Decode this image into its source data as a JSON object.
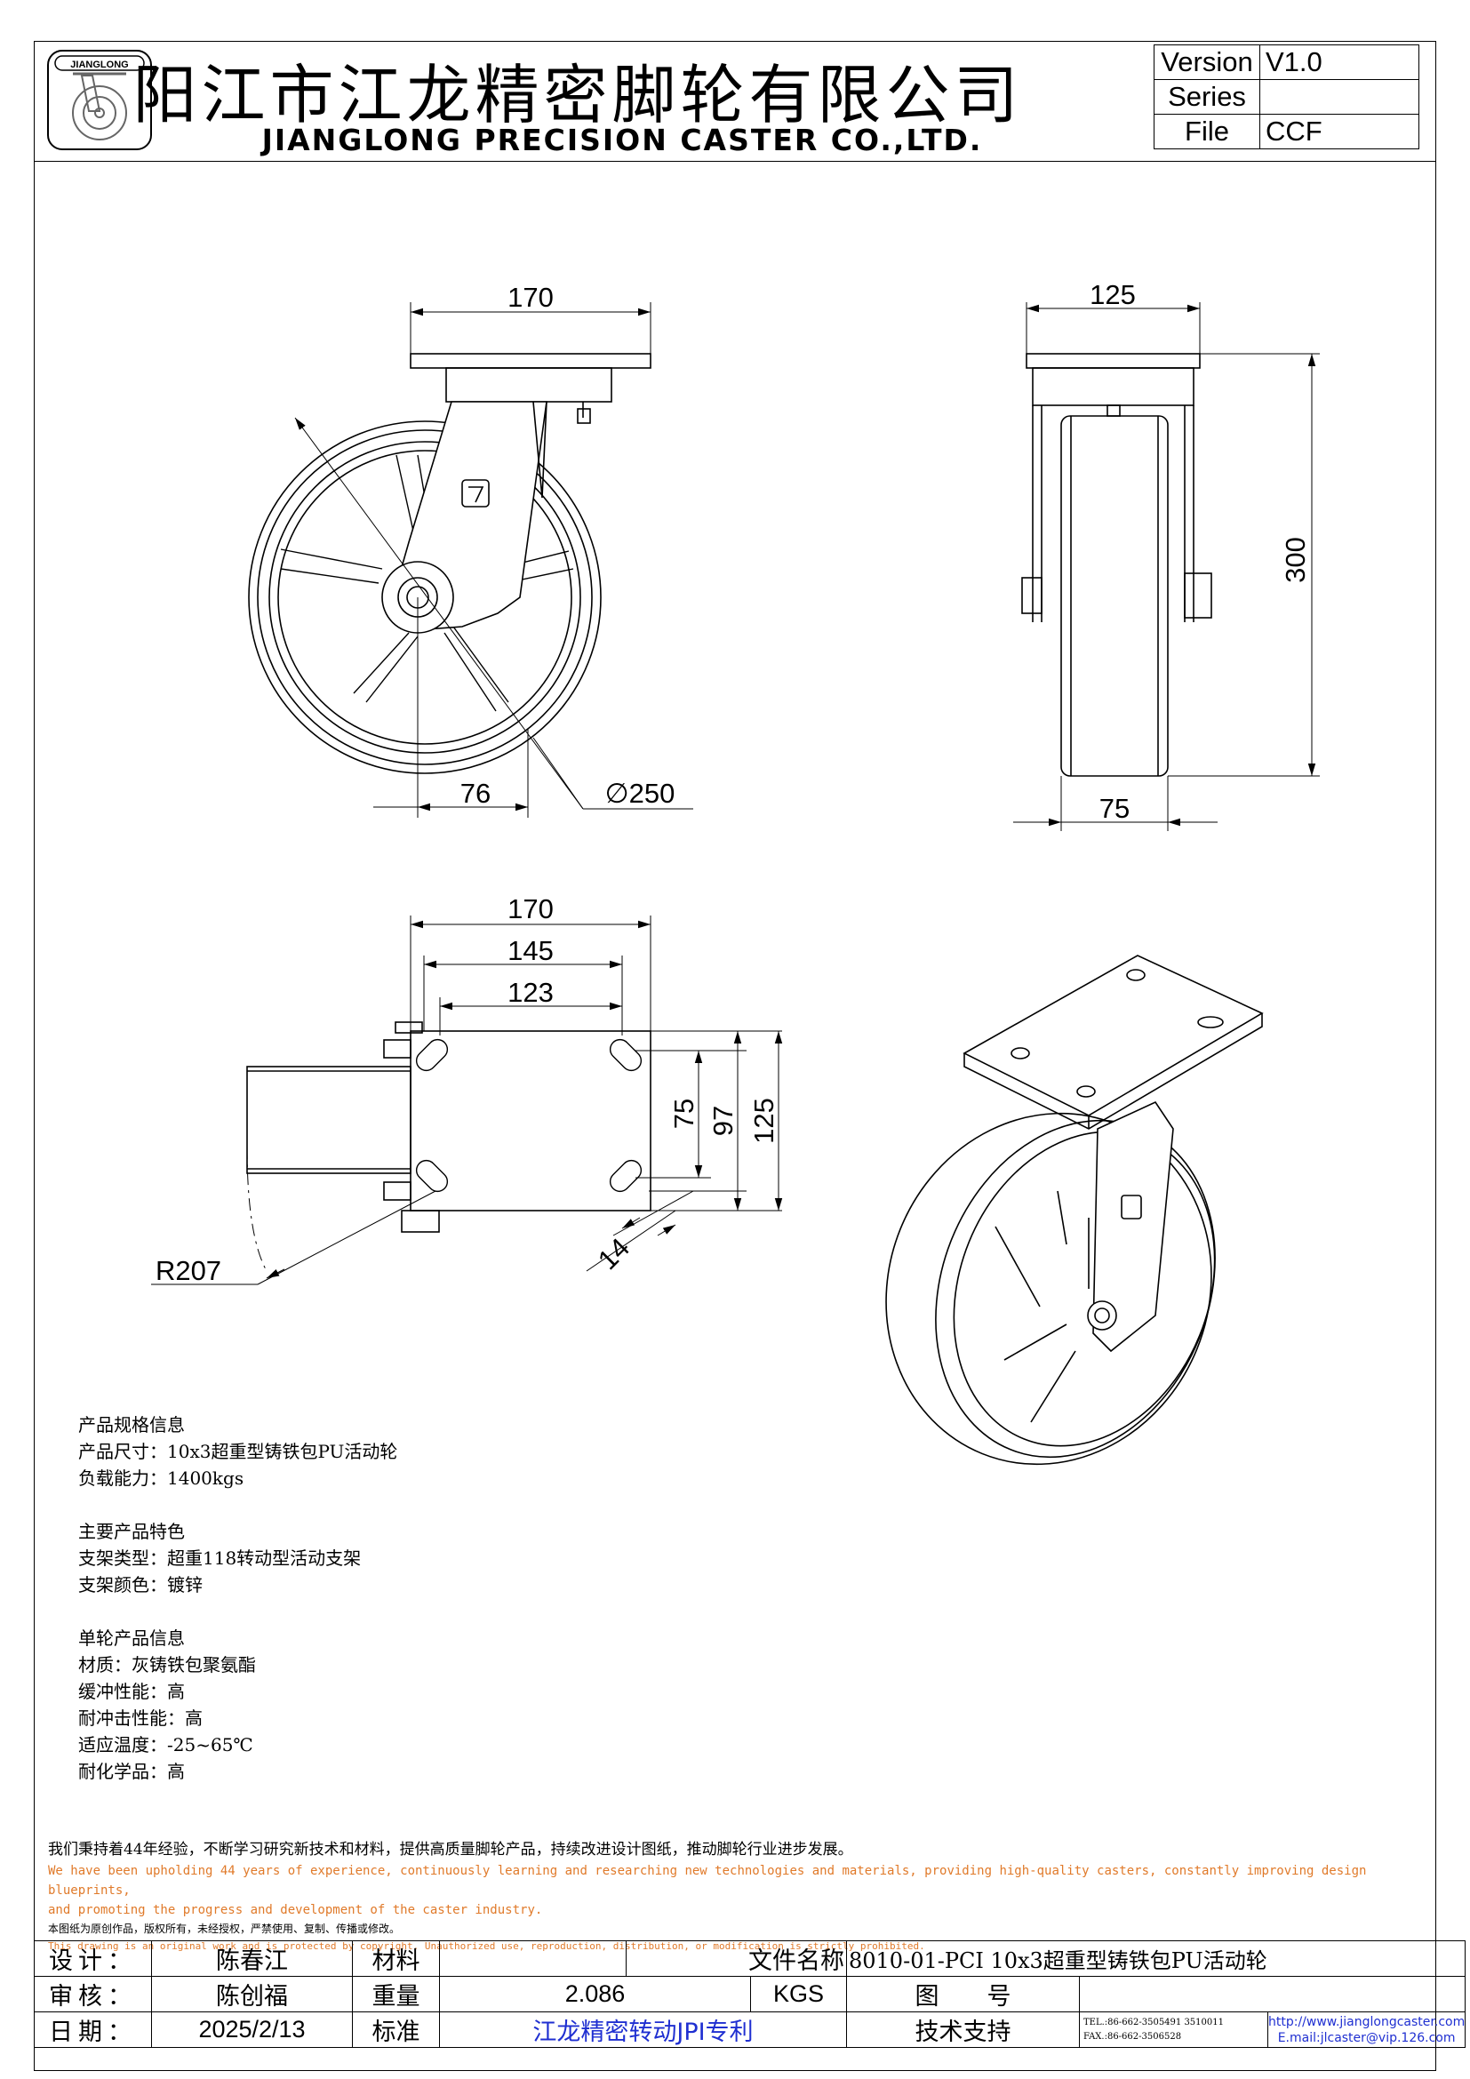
{
  "header": {
    "company_cn": "阳江市江龙精密脚轮有限公司",
    "company_en": "JIANGLONG PRECISION CASTER CO.,LTD.",
    "logo_text": "JIANGLONG",
    "version_label": "Version",
    "version_value": "V1.0",
    "series_label": "Series",
    "series_value": "",
    "file_label": "File",
    "file_value": "CCF"
  },
  "dimensions": {
    "front_width": "170",
    "front_offset": "76",
    "wheel_diameter": "∅250",
    "side_width": "125",
    "side_height": "300",
    "wheel_width": "75",
    "top_plate_width": "170",
    "top_hole_span_1": "145",
    "top_hole_span_2": "123",
    "top_hole_v_1": "75",
    "top_hole_v_2": "97",
    "top_plate_depth": "125",
    "slot_width": "14",
    "swivel_radius": "R207"
  },
  "spec": {
    "section1_title": "产品规格信息",
    "size": "产品尺寸：10x3超重型铸铁包PU活动轮",
    "load": "负载能力：1400kgs",
    "section2_title": "主要产品特色",
    "bracket_type": "支架类型：超重118转动型活动支架",
    "bracket_color": "支架颜色：镀锌",
    "section3_title": "单轮产品信息",
    "material": "材质：灰铸铁包聚氨酯",
    "cushion": "缓冲性能：高",
    "impact": "耐冲击性能：高",
    "temperature": "适应温度：-25~65℃",
    "chemical": "耐化学品：高"
  },
  "notes": {
    "cn_commitment": "我们秉持着44年经验，不断学习研究新技术和材料，提供高质量脚轮产品，持续改进设计图纸，推动脚轮行业进步发展。",
    "en_commitment_1": "We have been upholding 44 years of experience, continuously learning and researching new technologies and materials, providing high-quality casters, constantly improving design blueprints,",
    "en_commitment_2": "and promoting the progress and development of the caster industry.",
    "cn_copyright": "本图纸为原创作品，版权所有，未经授权，严禁使用、复制、传播或修改。",
    "en_copyright": "This drawing is an original work and is protected by copyright. Unauthorized use, reproduction, distribution, or modification is strictly prohibited."
  },
  "title_block": {
    "design_label": "设计：",
    "designer": "陈春江",
    "material_label": "材料",
    "material_value": "",
    "file_name_label": "文件名称",
    "file_name": "8010-01-PCI 10x3超重型铸铁包PU活动轮",
    "review_label": "审核：",
    "reviewer": "陈创福",
    "weight_label": "重量",
    "weight_value": "2.086",
    "weight_unit": "KGS",
    "drawing_label": "图　　号",
    "drawing_value": "",
    "date_label": "日期：",
    "date_value": "2025/2/13",
    "standard_label": "标准",
    "standard_value": "江龙精密转动JPI专利",
    "support_label": "技术支持",
    "tel": "TEL.:86-662-3505491 3510011",
    "fax": "FAX.:86-662-3506528",
    "website": "http://www.jianglongcaster.com",
    "email": "E.mail:jlcaster@vip.126.com"
  }
}
